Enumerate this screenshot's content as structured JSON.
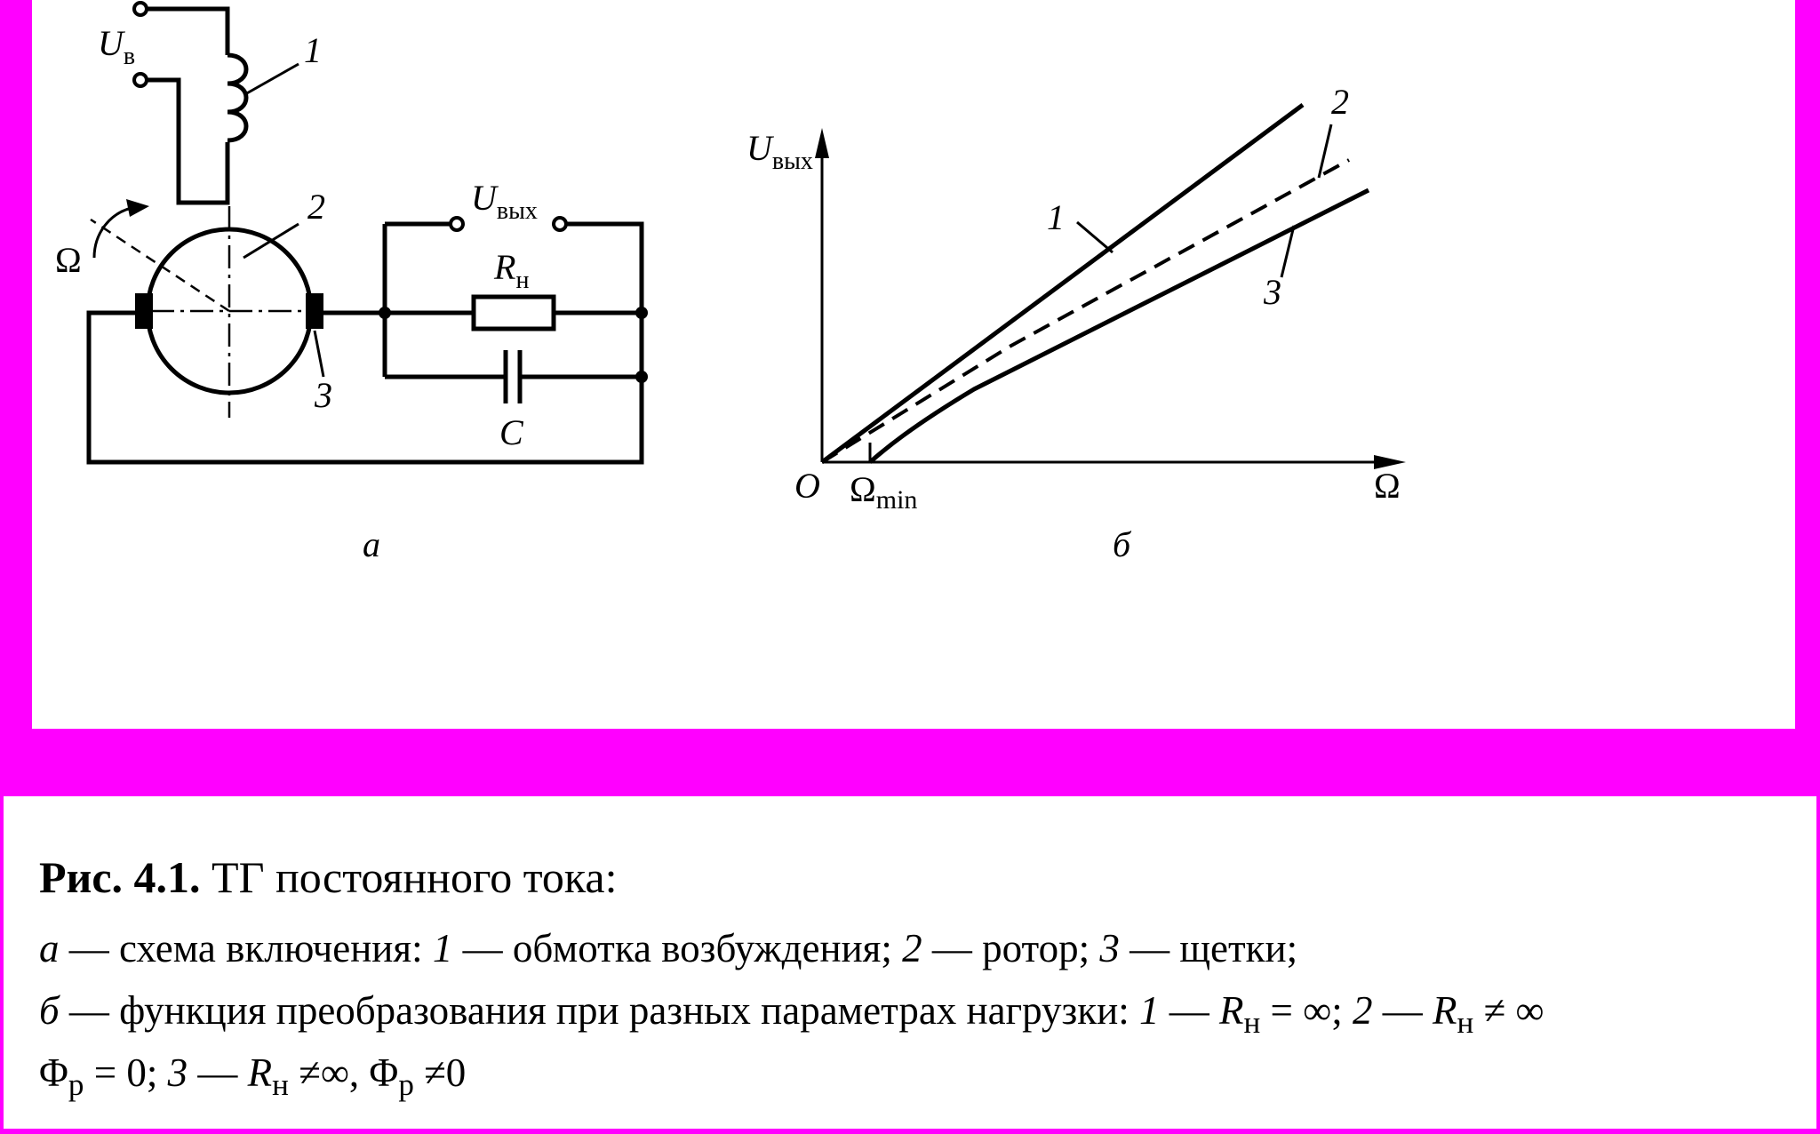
{
  "schematic": {
    "u_b_symbol": "U",
    "u_b_subscript": "в",
    "label_excitation_winding": "1",
    "label_rotor": "2",
    "label_brushes": "3",
    "omega_symbol": "Ω",
    "u_out_symbol": "U",
    "u_out_subscript": "вых",
    "r_load_symbol": "R",
    "r_load_subscript": "н",
    "capacitor_symbol": "C",
    "panel_label": "а"
  },
  "graph": {
    "y_axis_symbol": "U",
    "y_axis_subscript": "вых",
    "x_axis_label": "Ω",
    "origin_label": "O",
    "omega_min_symbol": "Ω",
    "omega_min_subscript": "min",
    "curve_1_label": "1",
    "curve_2_label": "2",
    "curve_3_label": "3",
    "panel_label": "б"
  },
  "caption": {
    "figure_number": "Рис. 4.1.",
    "title": "ТГ постоянного тока:",
    "a_letter": "а",
    "a_text_1": " — схема включения: ",
    "a_n1": "1",
    "a_text_2": " — обмотка возбуждения; ",
    "a_n2": "2",
    "a_text_3": " — ротор; ",
    "a_n3": "3",
    "a_text_4": " — щетки;",
    "b_letter": "б",
    "b_text_1": " — функция преобразования при разных параметрах нагрузки: ",
    "b_n1": "1",
    "b_text_2": " — ",
    "b_r1": "R",
    "b_r1_sub": "н",
    "b_text_3": " = ∞;  ",
    "b_n2": "2",
    "b_text_4": " — ",
    "b_r2": "R",
    "b_r2_sub": "н",
    "b_text_5": " ≠ ∞",
    "c_phi1": "Φ",
    "c_phi1_sub": "р",
    "c_text_1": " = 0; ",
    "c_n3": "3",
    "c_text_2": " — ",
    "c_r3": "R",
    "c_r3_sub": "н",
    "c_text_3": " ≠∞, ",
    "c_phi2": "Φ",
    "c_phi2_sub": "р",
    "c_text_4": " ≠0"
  },
  "colors": {
    "background_frame": "#ff00ff",
    "panel": "#ffffff",
    "ink": "#000000"
  }
}
